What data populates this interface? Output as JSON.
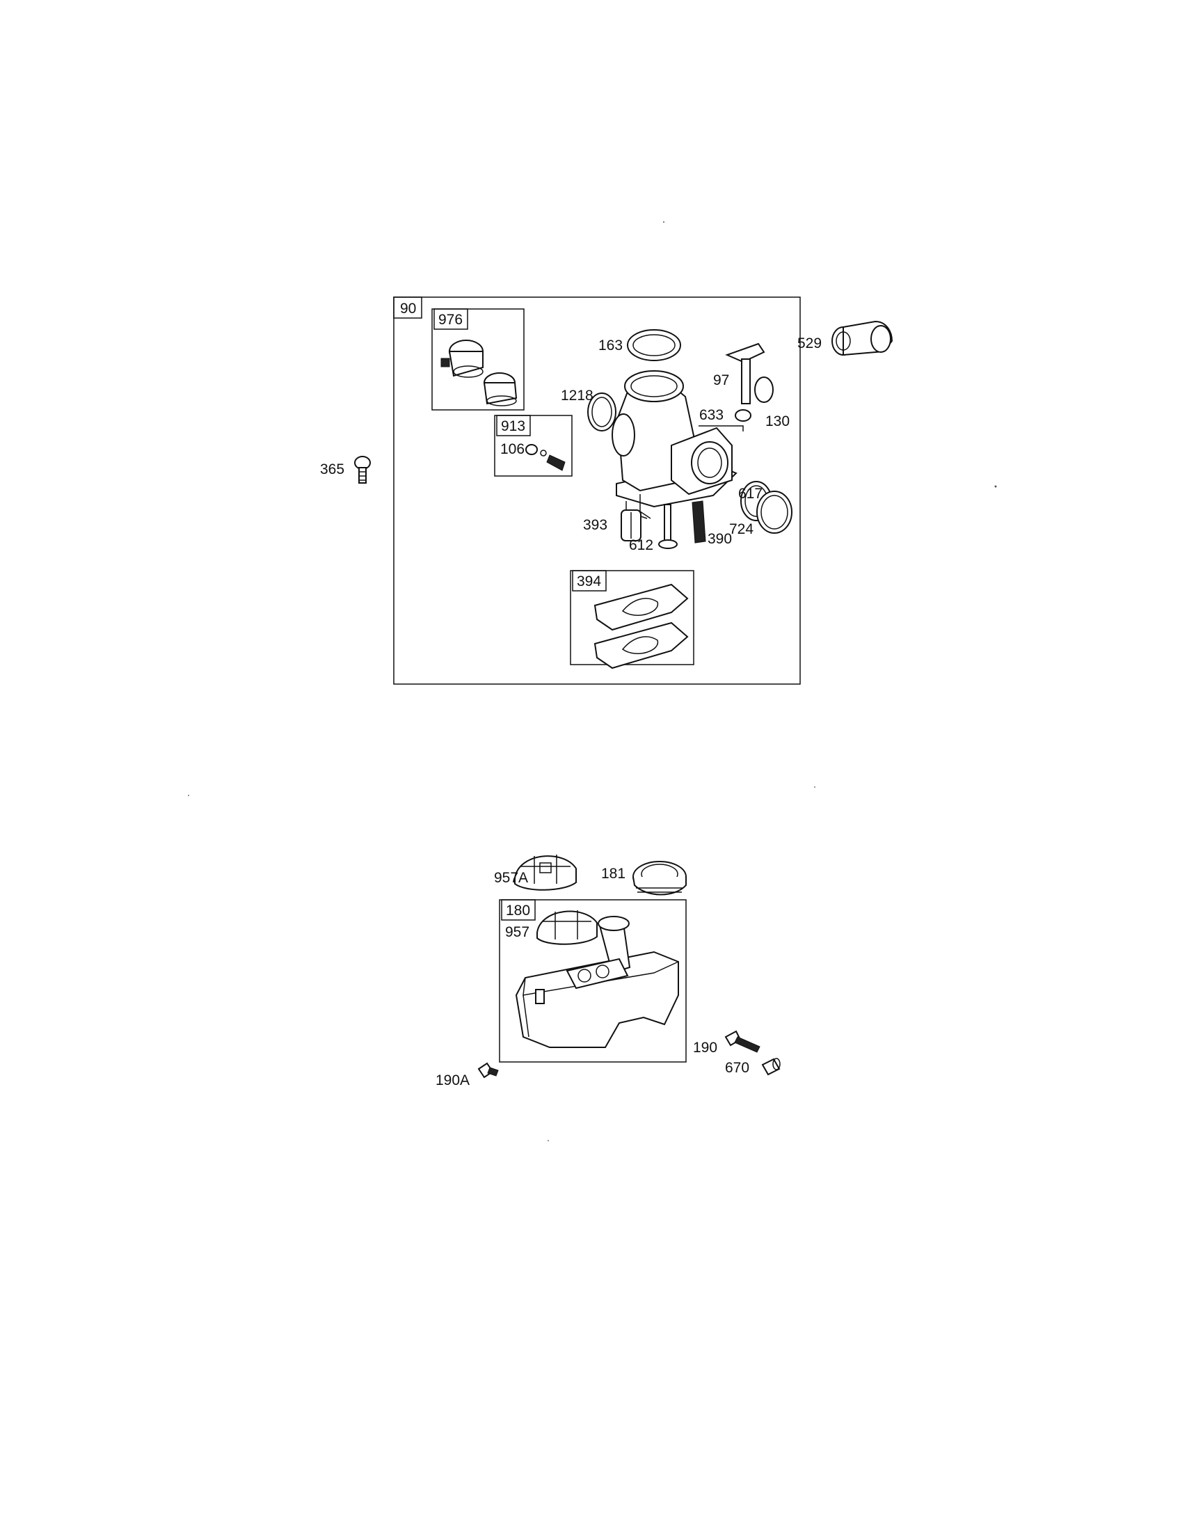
{
  "carburetor_group": {
    "assembly_tag": "90",
    "labels": {
      "p976": "976",
      "p913": "913",
      "p106": "106",
      "p163": "163",
      "p1218": "1218",
      "p97": "97",
      "p633": "633",
      "p130": "130",
      "p617": "617",
      "p724": "724",
      "p393": "393",
      "p612": "612",
      "p390": "390",
      "p394": "394"
    }
  },
  "loose_parts": {
    "p529": "529",
    "p365": "365"
  },
  "fuel_tank_group": {
    "assembly_tag": "180",
    "labels": {
      "p957A": "957A",
      "p181": "181",
      "p957": "957",
      "p190": "190",
      "p670": "670",
      "p190A": "190A"
    }
  }
}
